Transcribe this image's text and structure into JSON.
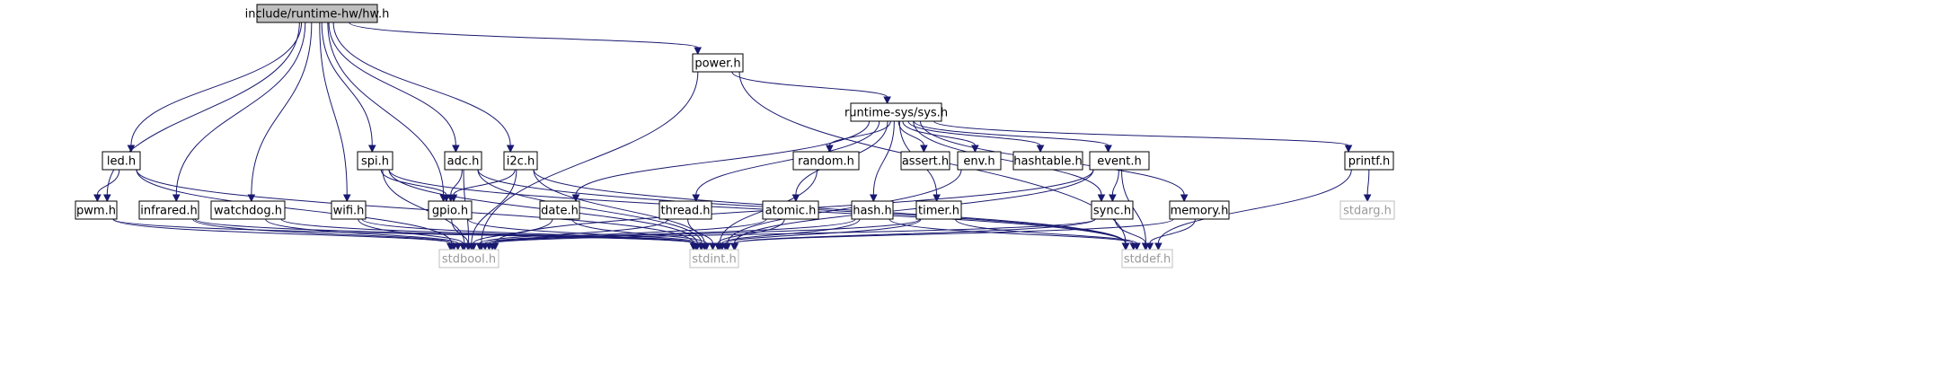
{
  "diagram": {
    "nodes": [
      {
        "id": "hw",
        "label": "include/runtime-hw/hw.h",
        "style": "root"
      },
      {
        "id": "power",
        "label": "power.h",
        "style": "normal"
      },
      {
        "id": "sys",
        "label": "runtime-sys/sys.h",
        "style": "normal"
      },
      {
        "id": "led",
        "label": "led.h",
        "style": "normal"
      },
      {
        "id": "spi",
        "label": "spi.h",
        "style": "normal"
      },
      {
        "id": "adc",
        "label": "adc.h",
        "style": "normal"
      },
      {
        "id": "i2c",
        "label": "i2c.h",
        "style": "normal"
      },
      {
        "id": "random",
        "label": "random.h",
        "style": "normal"
      },
      {
        "id": "assert",
        "label": "assert.h",
        "style": "normal"
      },
      {
        "id": "env",
        "label": "env.h",
        "style": "normal"
      },
      {
        "id": "hashtable",
        "label": "hashtable.h",
        "style": "normal"
      },
      {
        "id": "event",
        "label": "event.h",
        "style": "normal"
      },
      {
        "id": "printf",
        "label": "printf.h",
        "style": "normal"
      },
      {
        "id": "pwm",
        "label": "pwm.h",
        "style": "normal"
      },
      {
        "id": "infrared",
        "label": "infrared.h",
        "style": "normal"
      },
      {
        "id": "watchdog",
        "label": "watchdog.h",
        "style": "normal"
      },
      {
        "id": "wifi",
        "label": "wifi.h",
        "style": "normal"
      },
      {
        "id": "gpio",
        "label": "gpio.h",
        "style": "normal"
      },
      {
        "id": "date",
        "label": "date.h",
        "style": "normal"
      },
      {
        "id": "thread",
        "label": "thread.h",
        "style": "normal"
      },
      {
        "id": "atomic",
        "label": "atomic.h",
        "style": "normal"
      },
      {
        "id": "hash",
        "label": "hash.h",
        "style": "normal"
      },
      {
        "id": "timer",
        "label": "timer.h",
        "style": "normal"
      },
      {
        "id": "sync",
        "label": "sync.h",
        "style": "normal"
      },
      {
        "id": "memory",
        "label": "memory.h",
        "style": "normal"
      },
      {
        "id": "stdarg",
        "label": "stdarg.h",
        "style": "gray"
      },
      {
        "id": "stdbool",
        "label": "stdbool.h",
        "style": "gray"
      },
      {
        "id": "stdint",
        "label": "stdint.h",
        "style": "gray"
      },
      {
        "id": "stddef",
        "label": "stddef.h",
        "style": "gray"
      }
    ],
    "edges": [
      [
        "hw",
        "power"
      ],
      [
        "hw",
        "led"
      ],
      [
        "hw",
        "pwm"
      ],
      [
        "hw",
        "infrared"
      ],
      [
        "hw",
        "watchdog"
      ],
      [
        "hw",
        "wifi"
      ],
      [
        "hw",
        "spi"
      ],
      [
        "hw",
        "gpio"
      ],
      [
        "hw",
        "adc"
      ],
      [
        "hw",
        "i2c"
      ],
      [
        "power",
        "sys"
      ],
      [
        "power",
        "stdbool"
      ],
      [
        "power",
        "stddef"
      ],
      [
        "sys",
        "date"
      ],
      [
        "sys",
        "thread"
      ],
      [
        "sys",
        "atomic"
      ],
      [
        "sys",
        "hash"
      ],
      [
        "sys",
        "random"
      ],
      [
        "sys",
        "timer"
      ],
      [
        "sys",
        "assert"
      ],
      [
        "sys",
        "env"
      ],
      [
        "sys",
        "hashtable"
      ],
      [
        "sys",
        "event"
      ],
      [
        "sys",
        "sync"
      ],
      [
        "sys",
        "memory"
      ],
      [
        "sys",
        "printf"
      ],
      [
        "led",
        "pwm"
      ],
      [
        "led",
        "stdbool"
      ],
      [
        "led",
        "stdint"
      ],
      [
        "pwm",
        "stdbool"
      ],
      [
        "pwm",
        "stdint"
      ],
      [
        "infrared",
        "stdbool"
      ],
      [
        "infrared",
        "stdint"
      ],
      [
        "watchdog",
        "stdbool"
      ],
      [
        "watchdog",
        "stdint"
      ],
      [
        "wifi",
        "stdbool"
      ],
      [
        "wifi",
        "stdint"
      ],
      [
        "spi",
        "gpio"
      ],
      [
        "spi",
        "stdbool"
      ],
      [
        "spi",
        "stdint"
      ],
      [
        "spi",
        "stddef"
      ],
      [
        "adc",
        "gpio"
      ],
      [
        "adc",
        "stdbool"
      ],
      [
        "adc",
        "stdint"
      ],
      [
        "adc",
        "stddef"
      ],
      [
        "i2c",
        "gpio"
      ],
      [
        "i2c",
        "stdbool"
      ],
      [
        "i2c",
        "stdint"
      ],
      [
        "i2c",
        "stddef"
      ],
      [
        "gpio",
        "stdbool"
      ],
      [
        "gpio",
        "stdint"
      ],
      [
        "date",
        "stdbool"
      ],
      [
        "date",
        "stdint"
      ],
      [
        "thread",
        "stdbool"
      ],
      [
        "thread",
        "stdint"
      ],
      [
        "atomic",
        "stdbool"
      ],
      [
        "atomic",
        "stdint"
      ],
      [
        "hash",
        "stdbool"
      ],
      [
        "hash",
        "stdint"
      ],
      [
        "hash",
        "stddef"
      ],
      [
        "random",
        "stdint"
      ],
      [
        "timer",
        "stdbool"
      ],
      [
        "timer",
        "stdint"
      ],
      [
        "timer",
        "stddef"
      ],
      [
        "env",
        "stdint"
      ],
      [
        "event",
        "stdbool"
      ],
      [
        "event",
        "stdint"
      ],
      [
        "event",
        "sync"
      ],
      [
        "event",
        "stddef"
      ],
      [
        "sync",
        "stdbool"
      ],
      [
        "sync",
        "stdint"
      ],
      [
        "sync",
        "stddef"
      ],
      [
        "memory",
        "stdint"
      ],
      [
        "memory",
        "stddef"
      ],
      [
        "printf",
        "stdarg"
      ],
      [
        "printf",
        "stddef"
      ]
    ]
  }
}
